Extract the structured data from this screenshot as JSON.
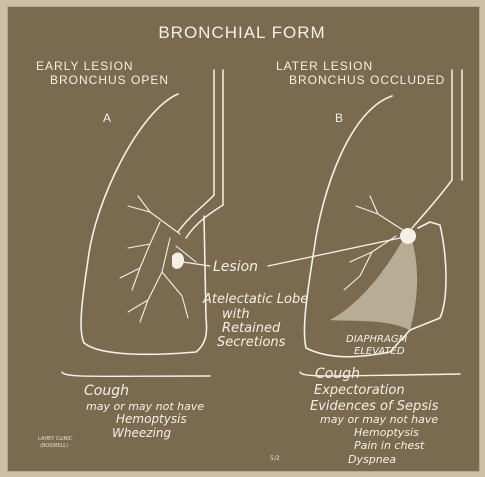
{
  "title": "BRONCHIAL FORM",
  "left_panel": {
    "header_line1": "EARLY LESION",
    "header_line2": "BRONCHUS OPEN",
    "letter": "A",
    "notes": [
      "Cough",
      "may or may not have",
      "Hemoptysis",
      "Wheezing"
    ]
  },
  "right_panel": {
    "header_line1": "LATER LESION",
    "header_line2": "BRONCHUS OCCLUDED",
    "letter": "B",
    "notes": [
      "Cough",
      "Expectoration",
      "Evidences of Sepsis",
      "may or may not have",
      "Hemoptysis",
      "Pain in chest",
      "Dyspnea"
    ]
  },
  "labels": {
    "lesion": "Lesion",
    "atelectatic_1": "Atelectatic Lobe",
    "atelectatic_2": "with",
    "atelectatic_3": "Retained",
    "atelectatic_4": "Secretions",
    "diaphragm_1": "DIAPHRAGM",
    "diaphragm_2": "ELEVATED"
  },
  "credit_line1": "LAHEY CLINIC",
  "credit_line2": "(BOSWELL)",
  "mark": "5/2",
  "colors": {
    "background": "#7a6a4f",
    "ink": "#f4f0e6",
    "mat": "#cdbfa6"
  }
}
